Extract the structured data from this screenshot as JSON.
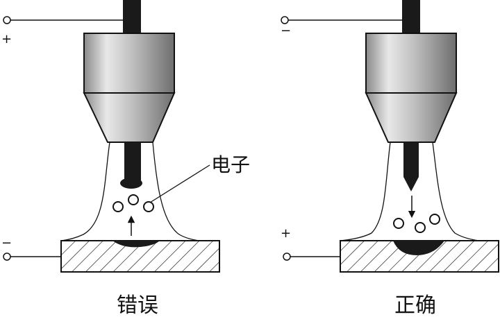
{
  "labels": {
    "electron": "电子",
    "wrong": "错误",
    "correct": "正确"
  },
  "polarity": {
    "left_electrode": "+",
    "left_workpiece": "−",
    "right_electrode": "−",
    "right_workpiece": "+"
  },
  "colors": {
    "stroke": "#111111",
    "fill_dark": "#1a1a1a",
    "metal_light": "#e6e6e6",
    "metal_mid": "#b4b4b4",
    "metal_dark": "#7a7a7a"
  }
}
